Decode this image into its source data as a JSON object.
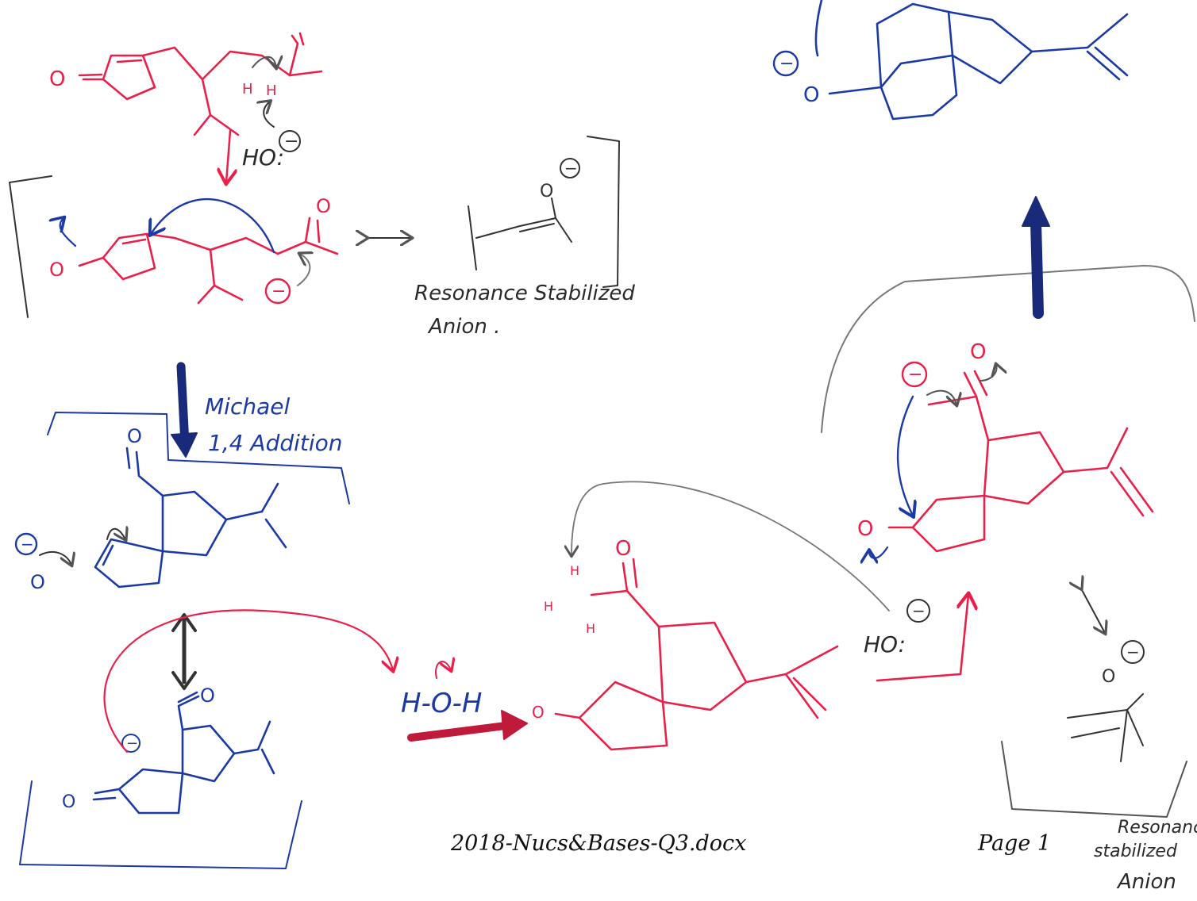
{
  "footer": {
    "filename": "2018-Nucs&Bases-Q3.docx",
    "page_label": "Page 1"
  },
  "annotations": {
    "resonance_top_line1": "Resonance Stabilized",
    "resonance_top_line2": "Anion .",
    "michael_line1": "Michael",
    "michael_line2": "1,4 Addition",
    "resonance_bottom_line1": "Resonance",
    "resonance_bottom_line2": "stabilized",
    "resonance_bottom_line3": "Anion"
  },
  "reagents": {
    "hydroxide_top": "HO:",
    "hydroxide_right": "HO:",
    "water": "H-O-H"
  },
  "atoms": {
    "oxygen": "O",
    "hydrogen": "H",
    "negative": "−"
  },
  "colors": {
    "red": "#e8204a",
    "blue": "#1b3aa6",
    "navy": "#1a2a7a",
    "gray": "#555555"
  }
}
